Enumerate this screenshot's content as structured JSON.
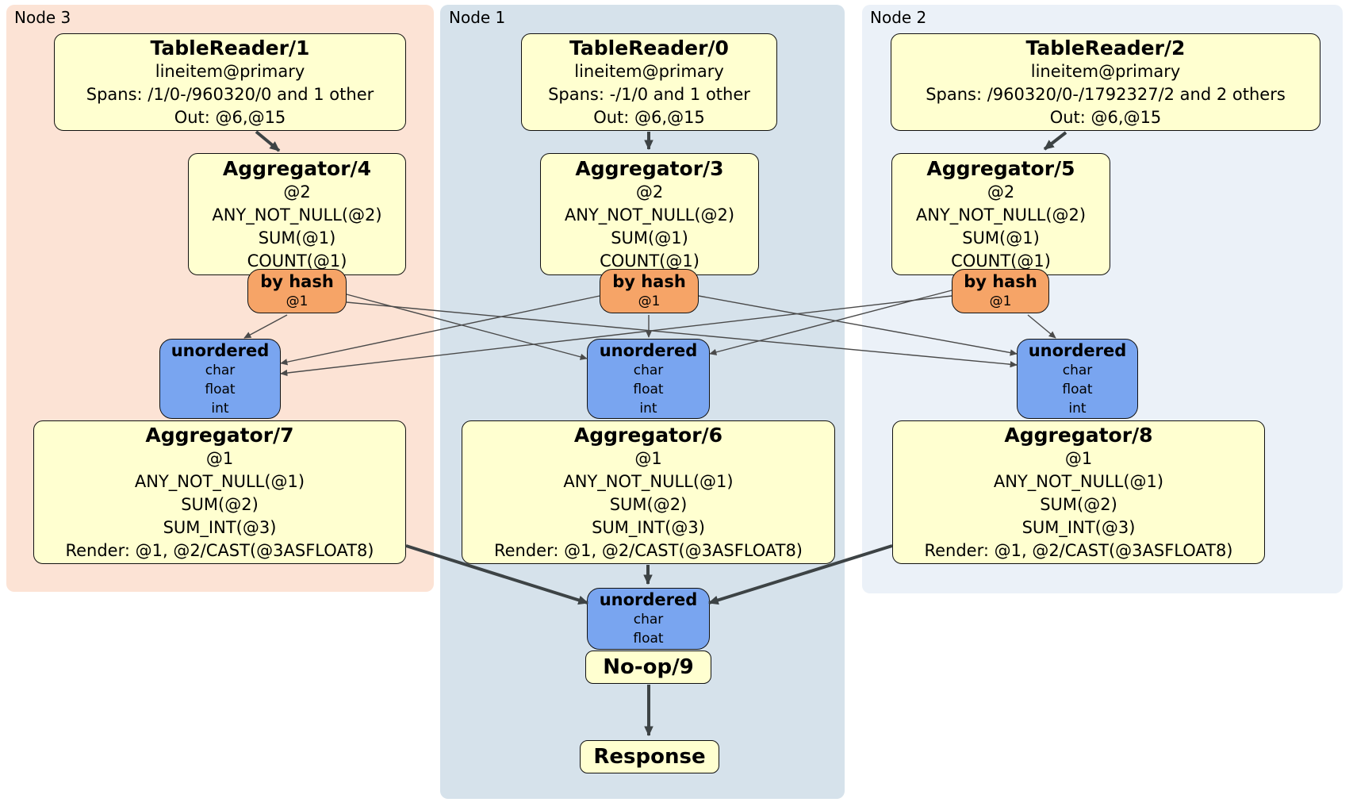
{
  "node_groups": [
    {
      "id": "node3",
      "label": "Node 3"
    },
    {
      "id": "node1",
      "label": "Node 1"
    },
    {
      "id": "node2",
      "label": "Node 2"
    }
  ],
  "boxes": {
    "tr1": {
      "title": "TableReader/1",
      "lines": [
        "lineitem@primary",
        "Spans: /1/0-/960320/0 and 1 other",
        "Out: @6,@15"
      ]
    },
    "tr0": {
      "title": "TableReader/0",
      "lines": [
        "lineitem@primary",
        "Spans: -/1/0 and 1 other",
        "Out: @6,@15"
      ]
    },
    "tr2": {
      "title": "TableReader/2",
      "lines": [
        "lineitem@primary",
        "Spans: /960320/0-/1792327/2 and 2 others",
        "Out: @6,@15"
      ]
    },
    "agg4": {
      "title": "Aggregator/4",
      "lines": [
        "@2",
        "ANY_NOT_NULL(@2)",
        "SUM(@1)",
        "COUNT(@1)"
      ]
    },
    "agg3": {
      "title": "Aggregator/3",
      "lines": [
        "@2",
        "ANY_NOT_NULL(@2)",
        "SUM(@1)",
        "COUNT(@1)"
      ]
    },
    "agg5": {
      "title": "Aggregator/5",
      "lines": [
        "@2",
        "ANY_NOT_NULL(@2)",
        "SUM(@1)",
        "COUNT(@1)"
      ]
    },
    "hash_n3": {
      "title": "by hash",
      "key": "@1"
    },
    "hash_n1": {
      "title": "by hash",
      "key": "@1"
    },
    "hash_n2": {
      "title": "by hash",
      "key": "@1"
    },
    "unord_n3": {
      "title": "unordered",
      "types": [
        "char",
        "float",
        "int"
      ]
    },
    "unord_n1": {
      "title": "unordered",
      "types": [
        "char",
        "float",
        "int"
      ]
    },
    "unord_n2": {
      "title": "unordered",
      "types": [
        "char",
        "float",
        "int"
      ]
    },
    "agg7": {
      "title": "Aggregator/7",
      "lines": [
        "@1",
        "ANY_NOT_NULL(@1)",
        "SUM(@2)",
        "SUM_INT(@3)",
        "Render: @1, @2/CAST(@3ASFLOAT8)"
      ]
    },
    "agg6": {
      "title": "Aggregator/6",
      "lines": [
        "@1",
        "ANY_NOT_NULL(@1)",
        "SUM(@2)",
        "SUM_INT(@3)",
        "Render: @1, @2/CAST(@3ASFLOAT8)"
      ]
    },
    "agg8": {
      "title": "Aggregator/8",
      "lines": [
        "@1",
        "ANY_NOT_NULL(@1)",
        "SUM(@2)",
        "SUM_INT(@3)",
        "Render: @1, @2/CAST(@3ASFLOAT8)"
      ]
    },
    "sync_final": {
      "title": "unordered",
      "types": [
        "char",
        "float"
      ]
    },
    "noop": {
      "label": "No-op/9"
    },
    "response": {
      "label": "Response"
    }
  },
  "edges": {
    "thick": [
      [
        "tr1",
        "agg4"
      ],
      [
        "tr0",
        "agg3"
      ],
      [
        "tr2",
        "agg5"
      ],
      [
        "agg7",
        "sync_final"
      ],
      [
        "agg6",
        "sync_final"
      ],
      [
        "agg8",
        "sync_final"
      ],
      [
        "noop",
        "response"
      ]
    ],
    "thin": [
      [
        "hash_n3",
        "unord_n3"
      ],
      [
        "hash_n3",
        "unord_n1"
      ],
      [
        "hash_n3",
        "unord_n2"
      ],
      [
        "hash_n1",
        "unord_n3"
      ],
      [
        "hash_n1",
        "unord_n1"
      ],
      [
        "hash_n1",
        "unord_n2"
      ],
      [
        "hash_n2",
        "unord_n3"
      ],
      [
        "hash_n2",
        "unord_n1"
      ],
      [
        "hash_n2",
        "unord_n2"
      ]
    ]
  },
  "colors": {
    "node3_bg": "#fce3d5",
    "node1_bg": "#d6e2eb",
    "node2_bg": "#ebf1f8",
    "processor_bg": "#ffffd0",
    "router_bg": "#f6a467",
    "sync_bg": "#79a5f0",
    "edge": "#3d4345"
  }
}
